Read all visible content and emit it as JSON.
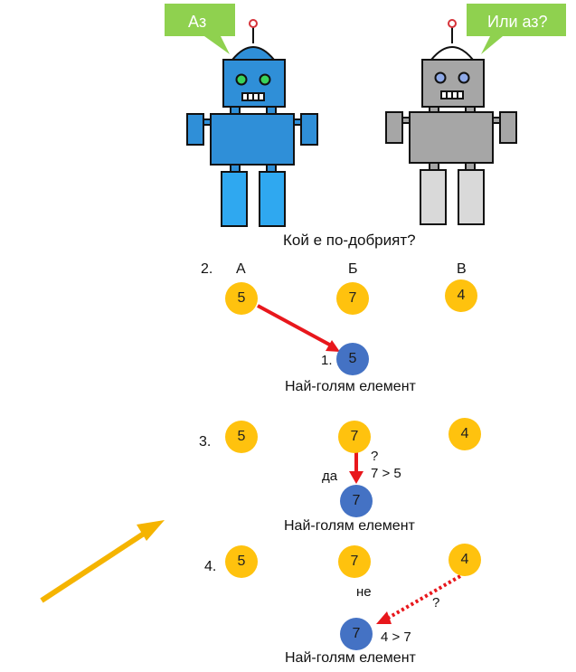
{
  "speech": {
    "left": "Аз",
    "right": "Или аз?"
  },
  "question": "Кой е по-добрият?",
  "step2": {
    "label": "2.",
    "columns": [
      "А",
      "Б",
      "В"
    ],
    "values": [
      "5",
      "7",
      "4"
    ],
    "result_index": "1.",
    "result_value": "5",
    "result_label": "Най-голям елемент"
  },
  "step3": {
    "label": "3.",
    "values": [
      "5",
      "7",
      "4"
    ],
    "question_mark": "?",
    "yes": "да",
    "comparison": "7 > 5",
    "result_value": "7",
    "result_label": "Най-голям елемент"
  },
  "step4": {
    "label": "4.",
    "values": [
      "5",
      "7",
      "4"
    ],
    "no": "не",
    "question_mark": "?",
    "comparison": "4 > 7",
    "result_value": "7",
    "result_label": "Най-голям елемент"
  },
  "colors": {
    "yellow": "#FFC20E",
    "blue": "#4472C4",
    "red_arrow": "#E8171C",
    "bubble_green": "#8FD14F",
    "robot_blue": "#2F8FD8",
    "robot_gray": "#A6A6A6"
  },
  "icons": [
    "blue-robot-icon",
    "gray-robot-icon",
    "pointer-arrow-icon"
  ]
}
